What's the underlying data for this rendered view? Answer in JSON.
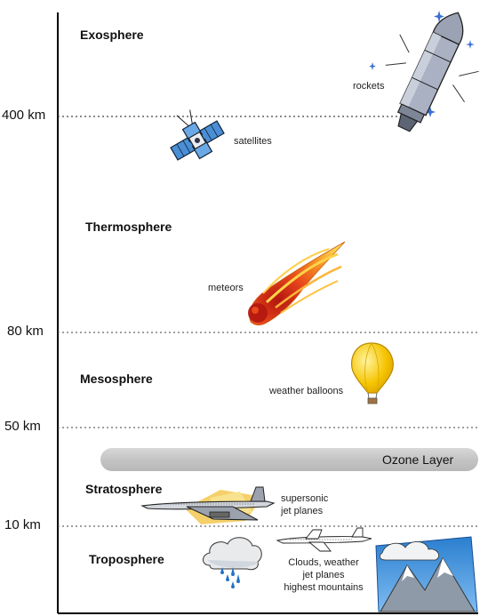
{
  "altitudes": [
    {
      "label": "400 km"
    },
    {
      "label": "80 km"
    },
    {
      "label": "50 km"
    },
    {
      "label": "10 km"
    }
  ],
  "layers": [
    {
      "name": "Exosphere"
    },
    {
      "name": "Thermosphere"
    },
    {
      "name": "Mesosphere"
    },
    {
      "name": "Stratosphere"
    },
    {
      "name": "Troposphere"
    }
  ],
  "ozone": {
    "label": "Ozone Layer"
  },
  "annotations": {
    "rockets": "rockets",
    "satellites": "satellites",
    "meteors": "meteors",
    "weather_balloons": "weather balloons",
    "supersonic_1": "supersonic",
    "supersonic_2": "jet planes",
    "tropo_1": "Clouds, weather",
    "tropo_2": "jet planes",
    "tropo_3": "highest mountains"
  },
  "colors": {
    "axis": "#000000",
    "dotted_line": "#555555",
    "ozone_band": "#c8c8c8",
    "balloon": "#f5c400",
    "meteor": "#e8481c",
    "sky": "#2e8fd8",
    "mountain": "#8f9aa8"
  }
}
